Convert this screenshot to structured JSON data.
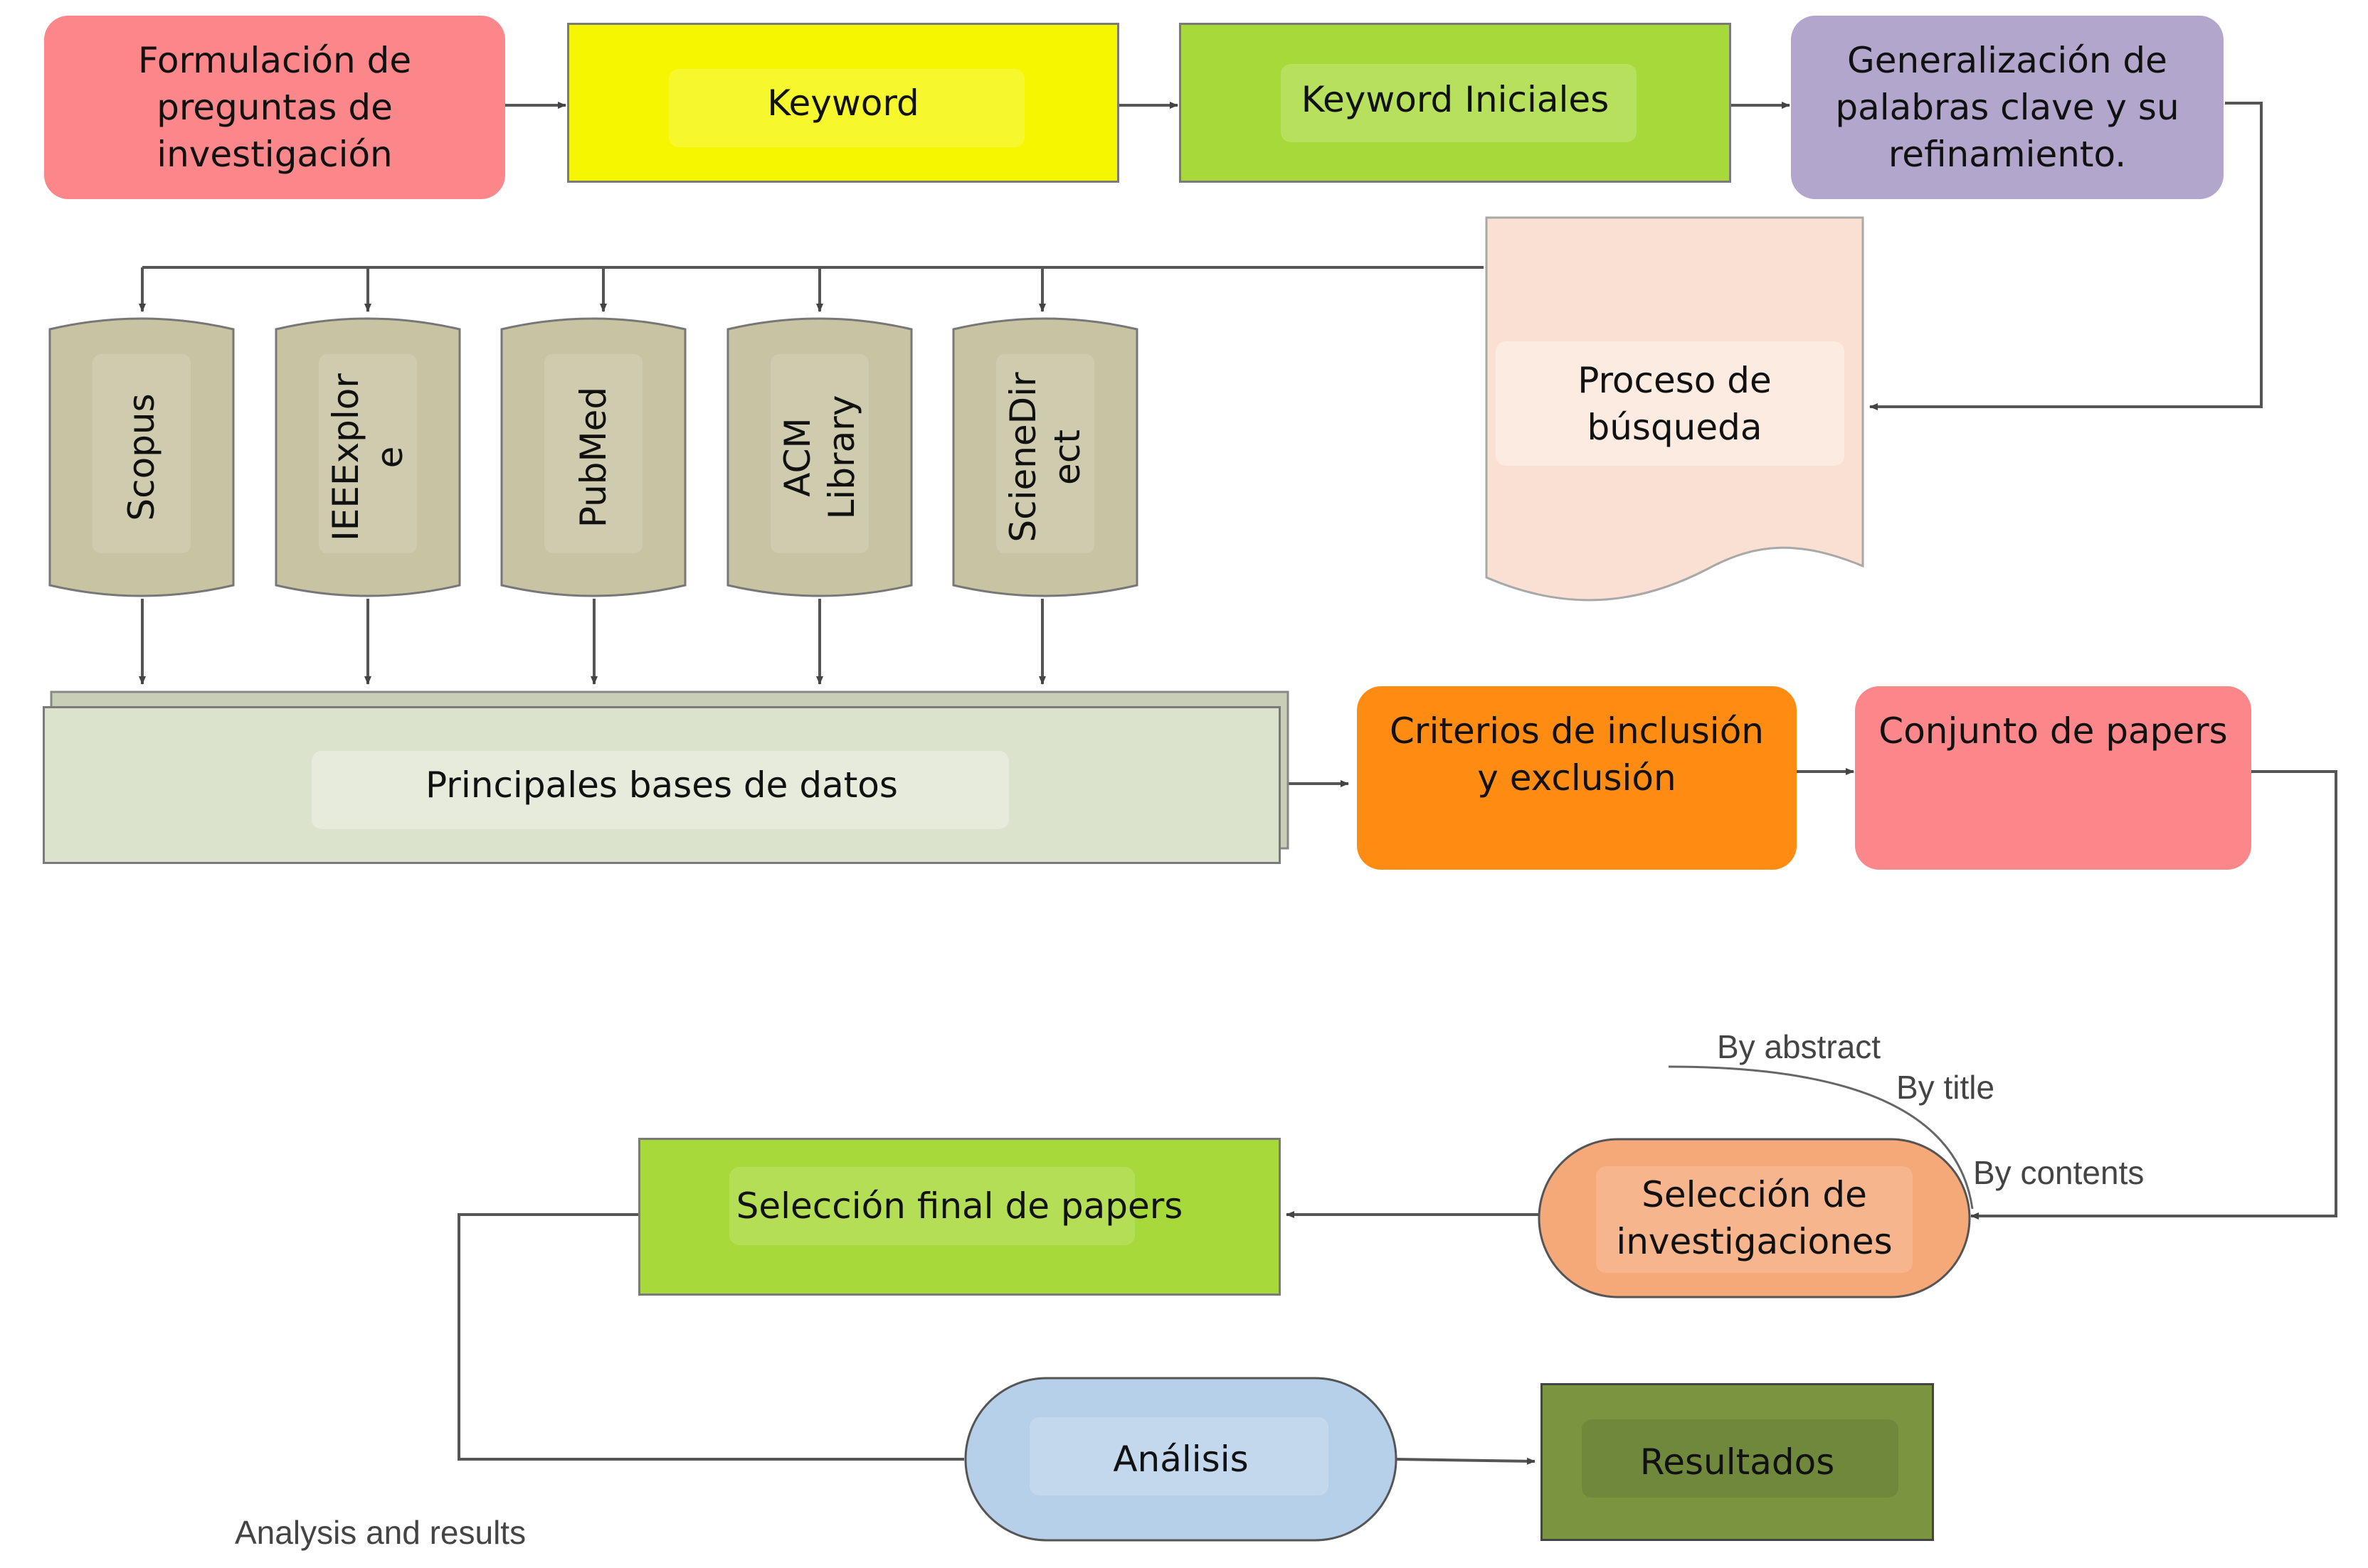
{
  "top_row": {
    "formulacion": "Formulación de\npreguntas de\ninvestigación",
    "keyword": "Keyword",
    "keyword_iniciales": "Keyword Iniciales",
    "generalizacion": "Generalización de\npalabras clave y su\nrefinamiento."
  },
  "proceso_busqueda": "Proceso de\nbúsqueda",
  "databases": [
    "Scopus",
    "IEEExplor\ne",
    "PubMed",
    "ACM\nLibrary",
    "ScieneDir\nect"
  ],
  "principales": "Principales bases de datos",
  "criterios": "Criterios de inclusión\ny exclusión",
  "conjunto": "Conjunto de papers",
  "annotations": {
    "by_abstract": "By abstract",
    "by_title": "By title",
    "by_contents": "By contents",
    "analysis_results": "Analysis and results"
  },
  "seleccion_investigaciones": "Selección de\ninvestigaciones",
  "seleccion_final": "Selección final de papers",
  "analisis": "Análisis",
  "resultados": "Resultados",
  "colors": {
    "pink": "#fb878a",
    "yellow": "#f6f600",
    "green": "#a8d93a",
    "lavender": "#b3a6cc",
    "peach": "#f9e0d2",
    "db_gray": "#c8c4a3",
    "pale_green": "#dce3cc",
    "orange": "#ff8c12",
    "salmon": "#f5a878",
    "light_blue": "#b7d0e9",
    "olive": "#7a9440",
    "arrow": "#444444"
  }
}
